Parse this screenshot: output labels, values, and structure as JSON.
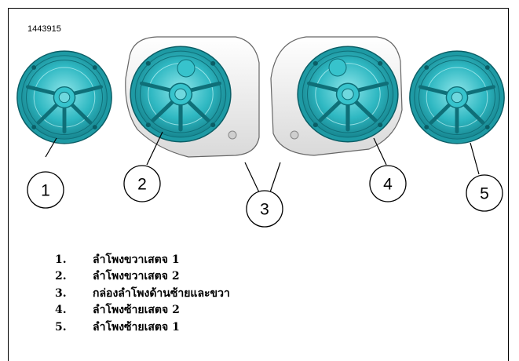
{
  "figure_id": "1443915",
  "callouts": [
    {
      "number": "1",
      "label": "ลำโพงขวาเสตจ 1"
    },
    {
      "number": "2",
      "label": "ลำโพงขวาเสตจ 2"
    },
    {
      "number": "3",
      "label": "กล่องลำโพงด้านซ้ายและขวา"
    },
    {
      "number": "4",
      "label": "ลำโพงซ้ายเสตจ 2"
    },
    {
      "number": "5",
      "label": "ลำโพงซ้ายเสตจ 1"
    }
  ],
  "legend_numbers": [
    "1.",
    "2.",
    "3.",
    "4.",
    "5."
  ],
  "colors": {
    "speaker": "#2fb8c2",
    "speaker_dark": "#0f6f78",
    "enclosure": "#f2f2f2",
    "outline": "#000000"
  }
}
